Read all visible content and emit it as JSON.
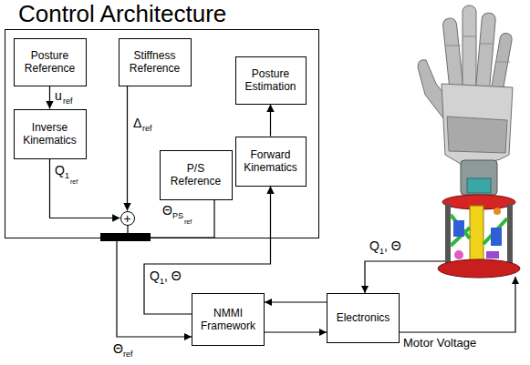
{
  "diagram": {
    "nodes": [
      {
        "text": [
          "Control Architecture"
        ]
      },
      {
        "text": [
          "Posture Reference"
        ],
        "in": 0
      },
      {
        "text": [
          "Stiffness Reference"
        ],
        "in": 0
      },
      {
        "text": [
          "Posture Estimation"
        ],
        "in": 0
      },
      {
        "text": [
          "Inverse Kinematics"
        ],
        "in": 0
      },
      {
        "text": [
          "Forward Kinematics"
        ],
        "in": 0
      },
      {
        "text": [
          "P/S Reference"
        ],
        "in": 0
      },
      {
        "text": [
          "+"
        ],
        "in": 0
      },
      {
        "text": [
          "NMMI Framework"
        ]
      },
      {
        "text": [
          "Electronics"
        ]
      }
    ],
    "edges": [
      {
        "from": 1,
        "to": 4,
        "arrow": "to"
      },
      {
        "from": 4,
        "to": 7,
        "arrow": "to"
      },
      {
        "from": 2,
        "to": 7,
        "arrow": "to"
      },
      {
        "from": 5,
        "to": 3,
        "arrow": "to"
      },
      {
        "from": 8,
        "to": 5,
        "arrow": "to"
      },
      {
        "from": 9,
        "to": 8,
        "arrow": "to"
      },
      {
        "from": 8,
        "to": 9,
        "arrow": "to"
      }
    ],
    "labels": [
      "u",
      "ref",
      "Δ",
      "ref",
      "Q",
      "1",
      "ref",
      "Θ",
      "PS",
      "ref",
      "Q",
      "1",
      ", Θ",
      "Θ",
      "ref",
      "Q",
      "1",
      ", Θ",
      "Motor Voltage"
    ]
  }
}
